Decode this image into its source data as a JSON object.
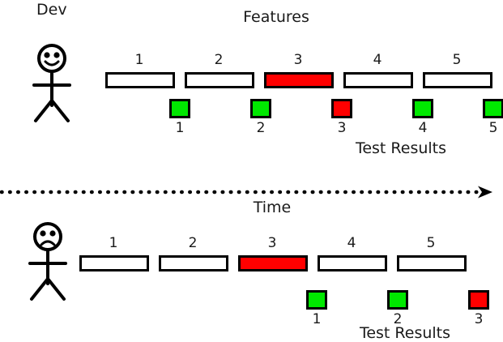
{
  "diagram": {
    "title_features": "Features",
    "title_time": "Time",
    "axis_arrow": "time-arrow-right"
  },
  "colors": {
    "pass": "#00e800",
    "fail": "#ff0000",
    "outline": "#000000",
    "background": "#ffffff",
    "text": "#1a1a1a"
  },
  "rows": [
    {
      "id": "top",
      "actor_label": "Dev",
      "actor_mood": "happy",
      "actor_icon": "stick-figure-happy-icon",
      "features_label": "Features",
      "features": [
        {
          "label": "1",
          "status": "pass"
        },
        {
          "label": "2",
          "status": "pass"
        },
        {
          "label": "3",
          "status": "fail"
        },
        {
          "label": "4",
          "status": "pass"
        },
        {
          "label": "5",
          "status": "pass"
        }
      ],
      "test_results_label": "Test Results",
      "test_results": [
        {
          "label": "1",
          "status": "pass"
        },
        {
          "label": "2",
          "status": "pass"
        },
        {
          "label": "3",
          "status": "fail"
        },
        {
          "label": "4",
          "status": "pass"
        },
        {
          "label": "5",
          "status": "pass"
        }
      ]
    },
    {
      "id": "bottom",
      "actor_label": "",
      "actor_mood": "sad",
      "actor_icon": "stick-figure-sad-icon",
      "features_label": "",
      "features": [
        {
          "label": "1",
          "status": "pass"
        },
        {
          "label": "2",
          "status": "pass"
        },
        {
          "label": "3",
          "status": "fail"
        },
        {
          "label": "4",
          "status": "pass"
        },
        {
          "label": "5",
          "status": "pass"
        }
      ],
      "test_results_label": "Test Results",
      "test_results": [
        {
          "label": "1",
          "status": "pass"
        },
        {
          "label": "2",
          "status": "pass"
        },
        {
          "label": "3",
          "status": "fail"
        }
      ]
    }
  ]
}
